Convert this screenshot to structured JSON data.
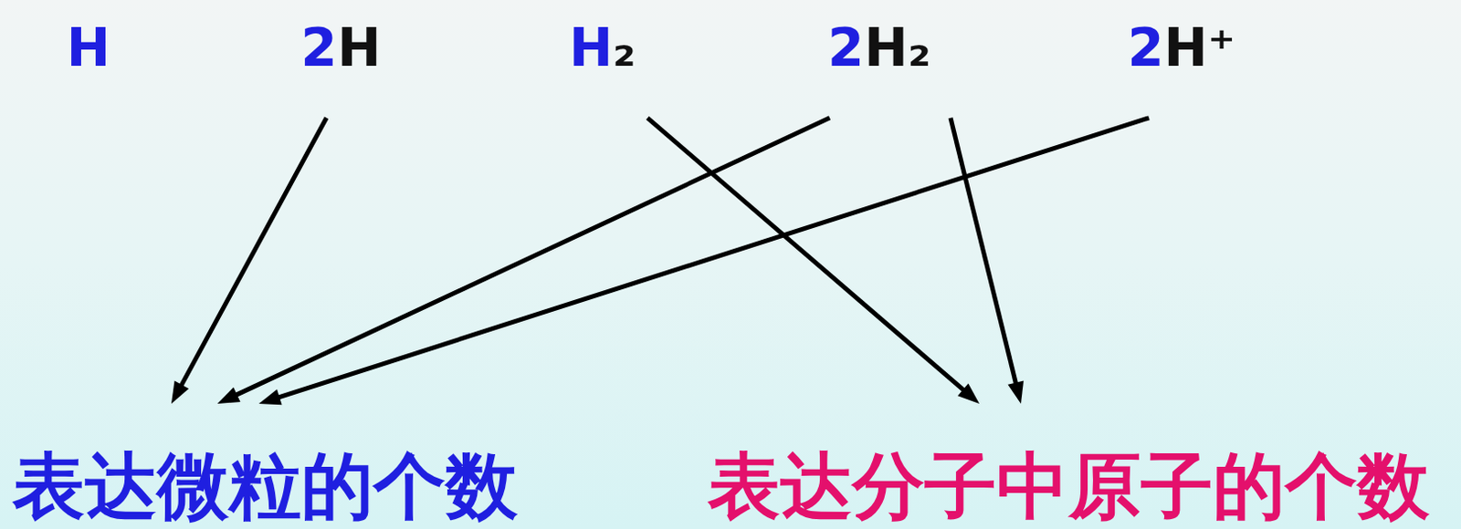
{
  "diagram": {
    "nodes": [
      {
        "text": [
          "H"
        ]
      },
      {
        "text": [
          "2H"
        ]
      },
      {
        "text": [
          "H₂"
        ]
      },
      {
        "text": [
          "2H₂"
        ]
      },
      {
        "text": [
          "2H⁺"
        ]
      },
      {
        "text": [
          "表达微粒的个数"
        ]
      },
      {
        "text": [
          "表达分子中原子的个数"
        ]
      }
    ],
    "edges": [
      {
        "from": 1,
        "to": 5,
        "arrow": "to"
      },
      {
        "from": 2,
        "to": 6,
        "arrow": "to"
      },
      {
        "from": 3,
        "to": 5,
        "arrow": "to"
      },
      {
        "from": 3,
        "to": 6,
        "arrow": "to"
      },
      {
        "from": 4,
        "to": 5,
        "arrow": "to"
      }
    ]
  }
}
